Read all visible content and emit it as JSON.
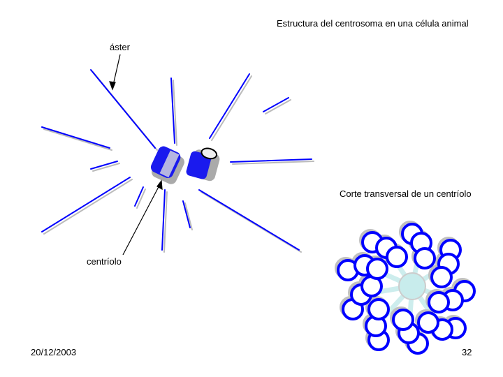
{
  "slide": {
    "title": "Estructura del centrosoma en una célula animal",
    "label_aster": "áster",
    "label_centriole": "centríolo",
    "cross_section_title": "Corte transversal de un centríolo",
    "date": "20/12/2003",
    "page_number": "32"
  },
  "colors": {
    "microtubule": "#0000ff",
    "shadow": "#b8b8b8",
    "hub": "#c8ecec"
  }
}
